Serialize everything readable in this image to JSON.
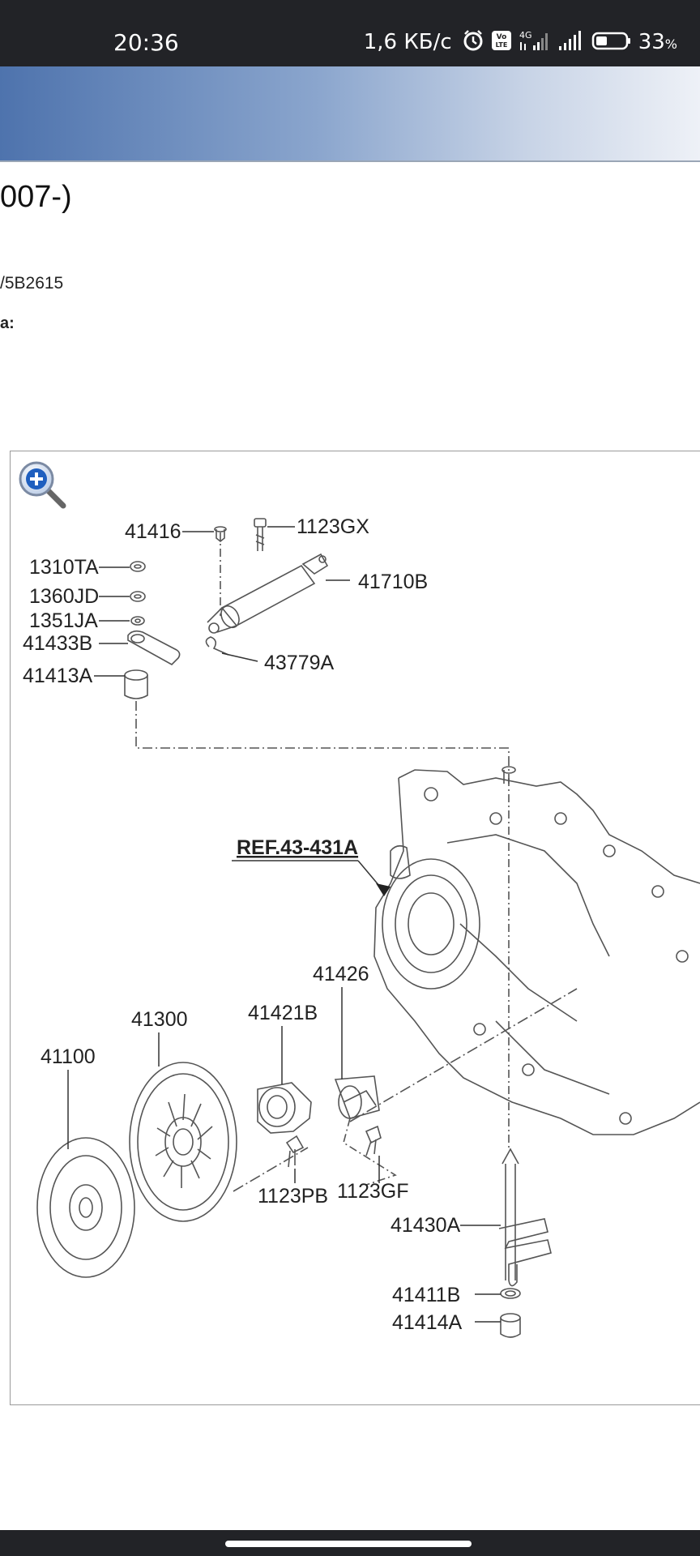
{
  "status_bar": {
    "time": "20:36",
    "network_speed": "1,6 КБ/с",
    "battery_percent": "33",
    "battery_unit": "%",
    "network_type": "4G",
    "volte_badge": "Vo LTE",
    "icons": [
      "alarm-icon",
      "volte-icon",
      "signal-4g-icon",
      "signal-icon",
      "battery-icon"
    ]
  },
  "page": {
    "title_fragment": "007-)",
    "code_fragment": "/5B2615",
    "label_fragment": "a:"
  },
  "diagram": {
    "zoom_icon": "zoom-in-icon",
    "ref_label": "REF.43-431A",
    "parts": {
      "p41416": "41416",
      "p1123GX": "1123GX",
      "p1310TA": "1310TA",
      "p1360JD": "1360JD",
      "p1351JA": "1351JA",
      "p41433B": "41433B",
      "p41413A": "41413A",
      "p41710B": "41710B",
      "p43779A": "43779A",
      "p41426": "41426",
      "p41421B": "41421B",
      "p41300": "41300",
      "p41100": "41100",
      "p1123PB": "1123PB",
      "p1123GF": "1123GF",
      "p41430A": "41430A",
      "p41411B": "41411B",
      "p41414A": "41414A"
    }
  }
}
